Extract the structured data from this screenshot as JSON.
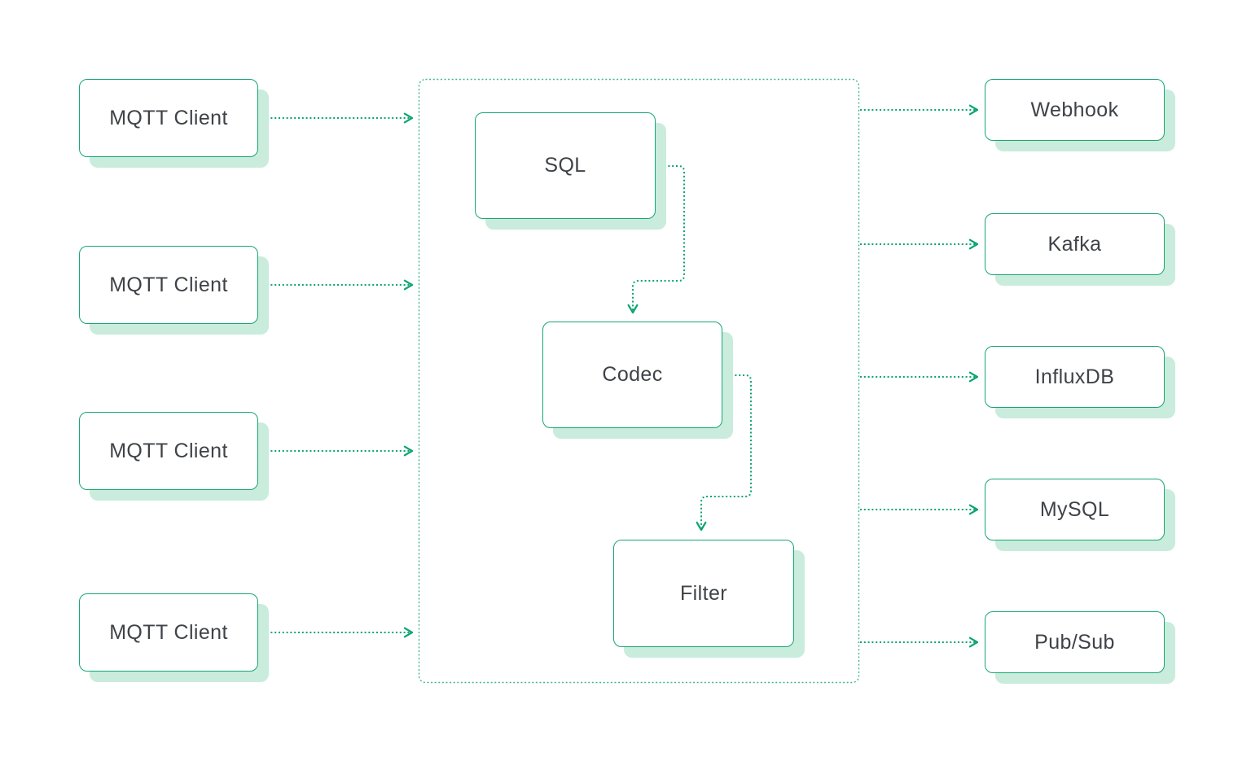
{
  "diagram": {
    "colors": {
      "line": "#0ba471",
      "frame": "#3fb68a",
      "node_border": "#17a673",
      "node_shadow": "#c9ecdc",
      "text": "#3f4347",
      "background": "#ffffff"
    },
    "left_nodes": [
      {
        "label": "MQTT Client"
      },
      {
        "label": "MQTT Client"
      },
      {
        "label": "MQTT Client"
      },
      {
        "label": "MQTT Client"
      }
    ],
    "pipeline_nodes": [
      {
        "label": "SQL"
      },
      {
        "label": "Codec"
      },
      {
        "label": "Filter"
      }
    ],
    "right_nodes": [
      {
        "label": "Webhook"
      },
      {
        "label": "Kafka"
      },
      {
        "label": "InfluxDB"
      },
      {
        "label": "MySQL"
      },
      {
        "label": "Pub/Sub"
      }
    ]
  }
}
